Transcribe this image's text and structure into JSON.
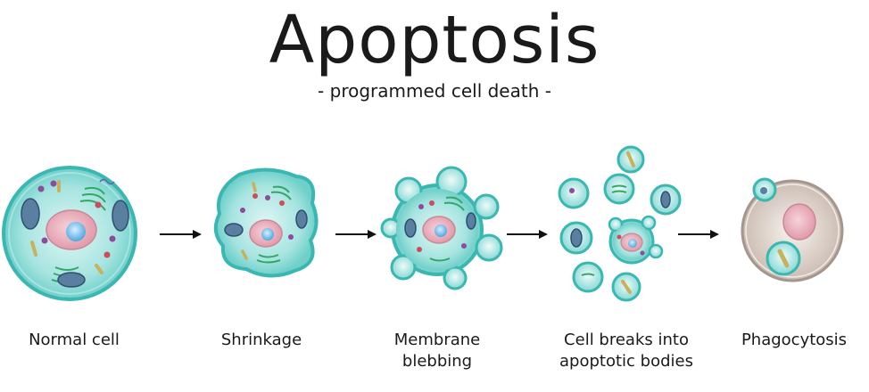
{
  "title": "Apoptosis",
  "subtitle": "- programmed cell death -",
  "stages": [
    {
      "label_line1": "Normal cell",
      "label_line2": ""
    },
    {
      "label_line1": "Shrinkage",
      "label_line2": ""
    },
    {
      "label_line1": "Membrane",
      "label_line2": "blebbing"
    },
    {
      "label_line1": "Cell breaks into",
      "label_line2": "apoptotic bodies"
    },
    {
      "label_line1": "Phagocytosis",
      "label_line2": ""
    }
  ],
  "colors": {
    "cytoplasm": "#7fd6d2",
    "membrane": "#3ab7b1",
    "nucleus": "#e8a7b5",
    "nucleolus": "#66b5e6",
    "mitochondria": "#4a6a8a",
    "macrophage": "#d8cfc8"
  }
}
